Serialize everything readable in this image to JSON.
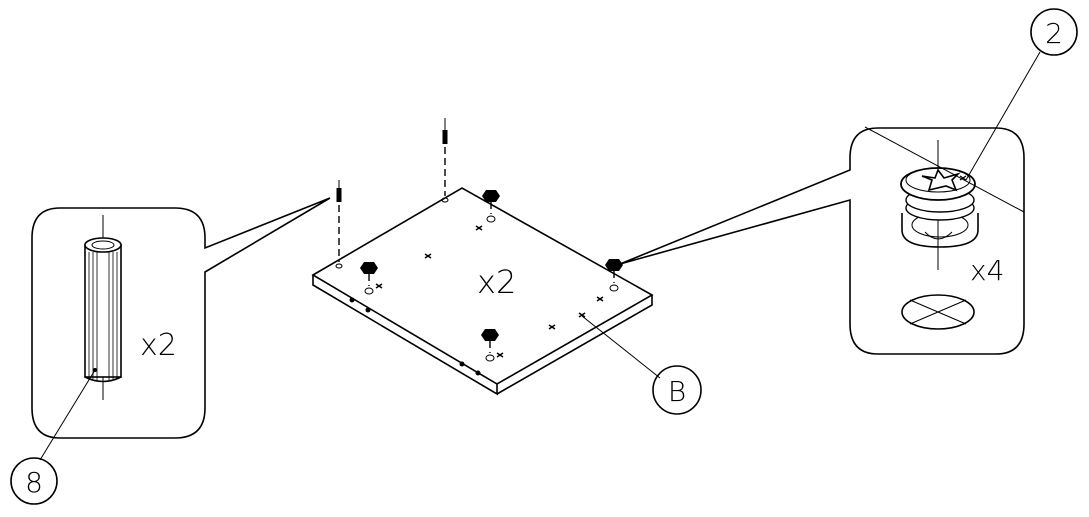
{
  "callouts": {
    "dowel_part": "8",
    "cam_part": "2",
    "panel_part": "B"
  },
  "quantities": {
    "dowel": "x2",
    "panel": "x2",
    "cam": "x4"
  },
  "icons": {
    "dowel": "wooden-dowel-icon",
    "cam": "cam-lock-icon",
    "no_cross": "crossed-out-ellipse-icon"
  }
}
